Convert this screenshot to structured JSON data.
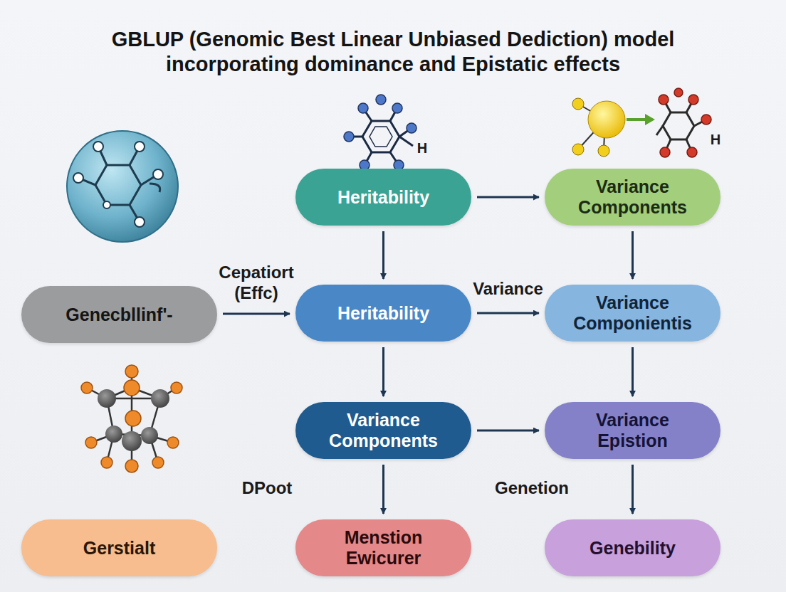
{
  "diagram": {
    "title": "GBLUP (Genomic Best Linear Unbiased Dediction) model incorporating dominance and Epistatic effects",
    "nodes": [
      {
        "text": [
          "Heritability"
        ]
      },
      {
        "text": [
          "Variance Components"
        ]
      },
      {
        "text": [
          "Genecbllinf'-"
        ]
      },
      {
        "text": [
          "Heritability"
        ]
      },
      {
        "text": [
          "Variance Componientis"
        ]
      },
      {
        "text": [
          "Variance Components"
        ]
      },
      {
        "text": [
          "Variance Epistion"
        ]
      },
      {
        "text": [
          "Gerstialt"
        ]
      },
      {
        "text": [
          "Menstion Ewicurer"
        ]
      },
      {
        "text": [
          "Genebility"
        ]
      }
    ],
    "edges": [
      {
        "from": 0,
        "to": 1,
        "arrow": "to"
      },
      {
        "from": 0,
        "to": 3,
        "arrow": "to"
      },
      {
        "from": 1,
        "to": 4,
        "arrow": "to"
      },
      {
        "from": 2,
        "to": 3,
        "label": "Cepatiort (Effc)",
        "arrow": "to"
      },
      {
        "from": 3,
        "to": 4,
        "label": "Variance",
        "arrow": "to"
      },
      {
        "from": 3,
        "to": 5,
        "arrow": "to"
      },
      {
        "from": 4,
        "to": 6,
        "arrow": "to"
      },
      {
        "from": 5,
        "to": 6,
        "arrow": "to"
      },
      {
        "from": 5,
        "to": 8,
        "arrow": "to"
      },
      {
        "from": 6,
        "to": 9,
        "arrow": "to"
      }
    ],
    "labels": [
      "H",
      "H",
      "DPoot",
      "Genetion"
    ]
  }
}
